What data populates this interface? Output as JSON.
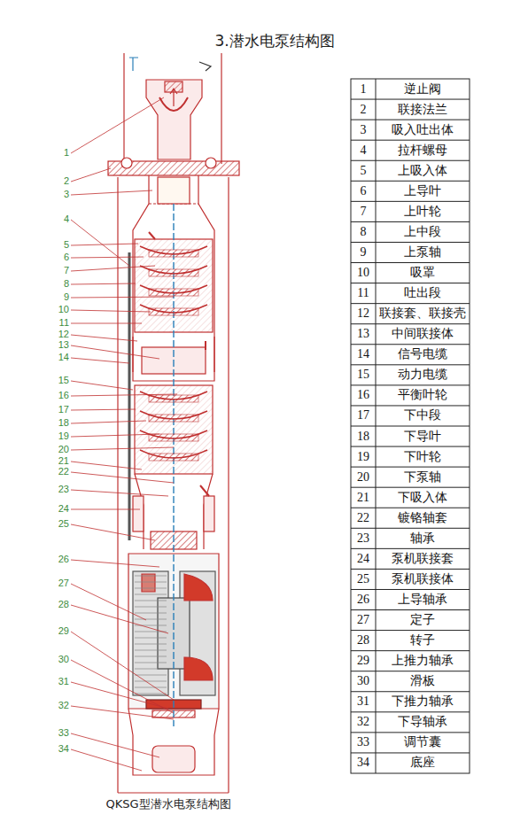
{
  "diagram": {
    "title": "3.潜水电泵结构图",
    "caption": "QKSG型潜水电泵结构图",
    "labels": [
      "1",
      "2",
      "3",
      "4",
      "5",
      "6",
      "7",
      "8",
      "9",
      "10",
      "11",
      "12",
      "13",
      "14",
      "15",
      "16",
      "17",
      "18",
      "19",
      "20",
      "21",
      "22",
      "23",
      "24",
      "25",
      "26",
      "27",
      "28",
      "29",
      "30",
      "31",
      "32",
      "33",
      "34",
      "1",
      "逆止阀",
      "2",
      "联接法兰",
      "3",
      "吸入吐出体",
      "4",
      "拉杆螺母",
      "5",
      "上吸入体",
      "6",
      "上导叶",
      "7",
      "上叶轮",
      "8",
      "上中段",
      "9",
      "上泵轴",
      "10",
      "吸罩",
      "11",
      "吐出段",
      "12",
      "联接套、联接壳",
      "13",
      "中间联接体",
      "14",
      "信号电缆",
      "15",
      "动力电缆",
      "16",
      "平衡叶轮",
      "17",
      "下中段",
      "18",
      "下导叶",
      "19",
      "下叶轮",
      "20",
      "下泵轴",
      "21",
      "下吸入体",
      "22",
      "镀铬轴套",
      "23",
      "轴承",
      "24",
      "泵机联接套",
      "25",
      "泵机联接体",
      "26",
      "上导轴承",
      "27",
      "定子",
      "28",
      "转子",
      "29",
      "上推力轴承",
      "30",
      "滑板",
      "31",
      "下推力轴承",
      "32",
      "下导轴承",
      "33",
      "调节囊",
      "34",
      "底座"
    ]
  }
}
